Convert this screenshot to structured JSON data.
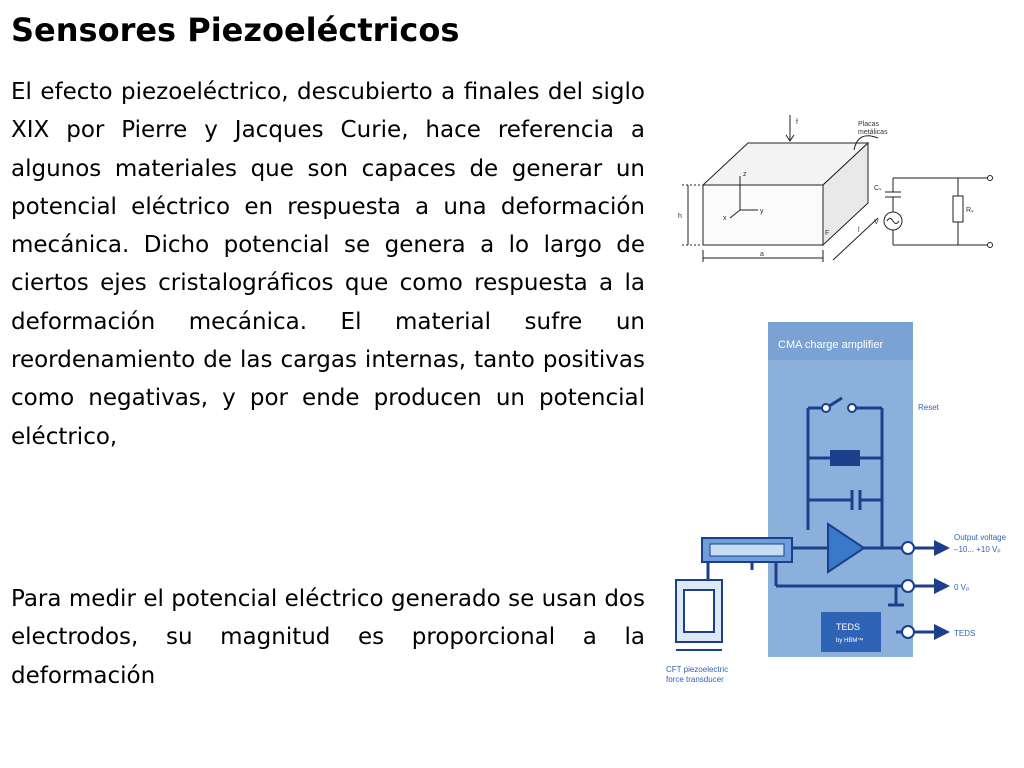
{
  "slide": {
    "title": "Sensores Piezoeléctricos",
    "paragraph_1": "El efecto piezoeléctrico, descubierto a finales del siglo XIX por Pierre y Jacques Curie, hace referencia a algunos materiales que son capaces de generar un potencial eléctrico en respuesta a una deformación mecánica. Dicho potencial se genera a lo largo de ciertos ejes cristalográficos que como respuesta a la deformación mecánica. El material sufre un reordenamiento de las cargas internas, tanto positivas como negativas, y por ende producen un potencial eléctrico,",
    "paragraph_2": "Para medir el potencial eléctrico generado se usan dos electrodos, su magnitud es proporcional a la deformación"
  },
  "figure_1": {
    "label_plates_line1": "Placas",
    "label_plates_line2": "metálicas",
    "label_z": "z",
    "label_x": "x",
    "label_y": "y",
    "label_h": "h",
    "label_a": "a",
    "label_l": "l",
    "label_F": "F",
    "label_f": "f",
    "label_cs": "Cₛ",
    "label_v": "V",
    "label_rs": "Rₛ"
  },
  "figure_2": {
    "header": "CMA charge amplifier",
    "reset_label": "Reset",
    "output_label_line1": "Output voltage",
    "output_label_line2": "–10... +10 Vₚ",
    "zero_label": "0 Vₚ",
    "teds_out_label": "TEDS",
    "teds_box_line1": "TEDS",
    "teds_box_line2": "by HBM™",
    "transducer_label_line1": "CFT piezoelectric",
    "transducer_label_line2": "force transducer"
  }
}
